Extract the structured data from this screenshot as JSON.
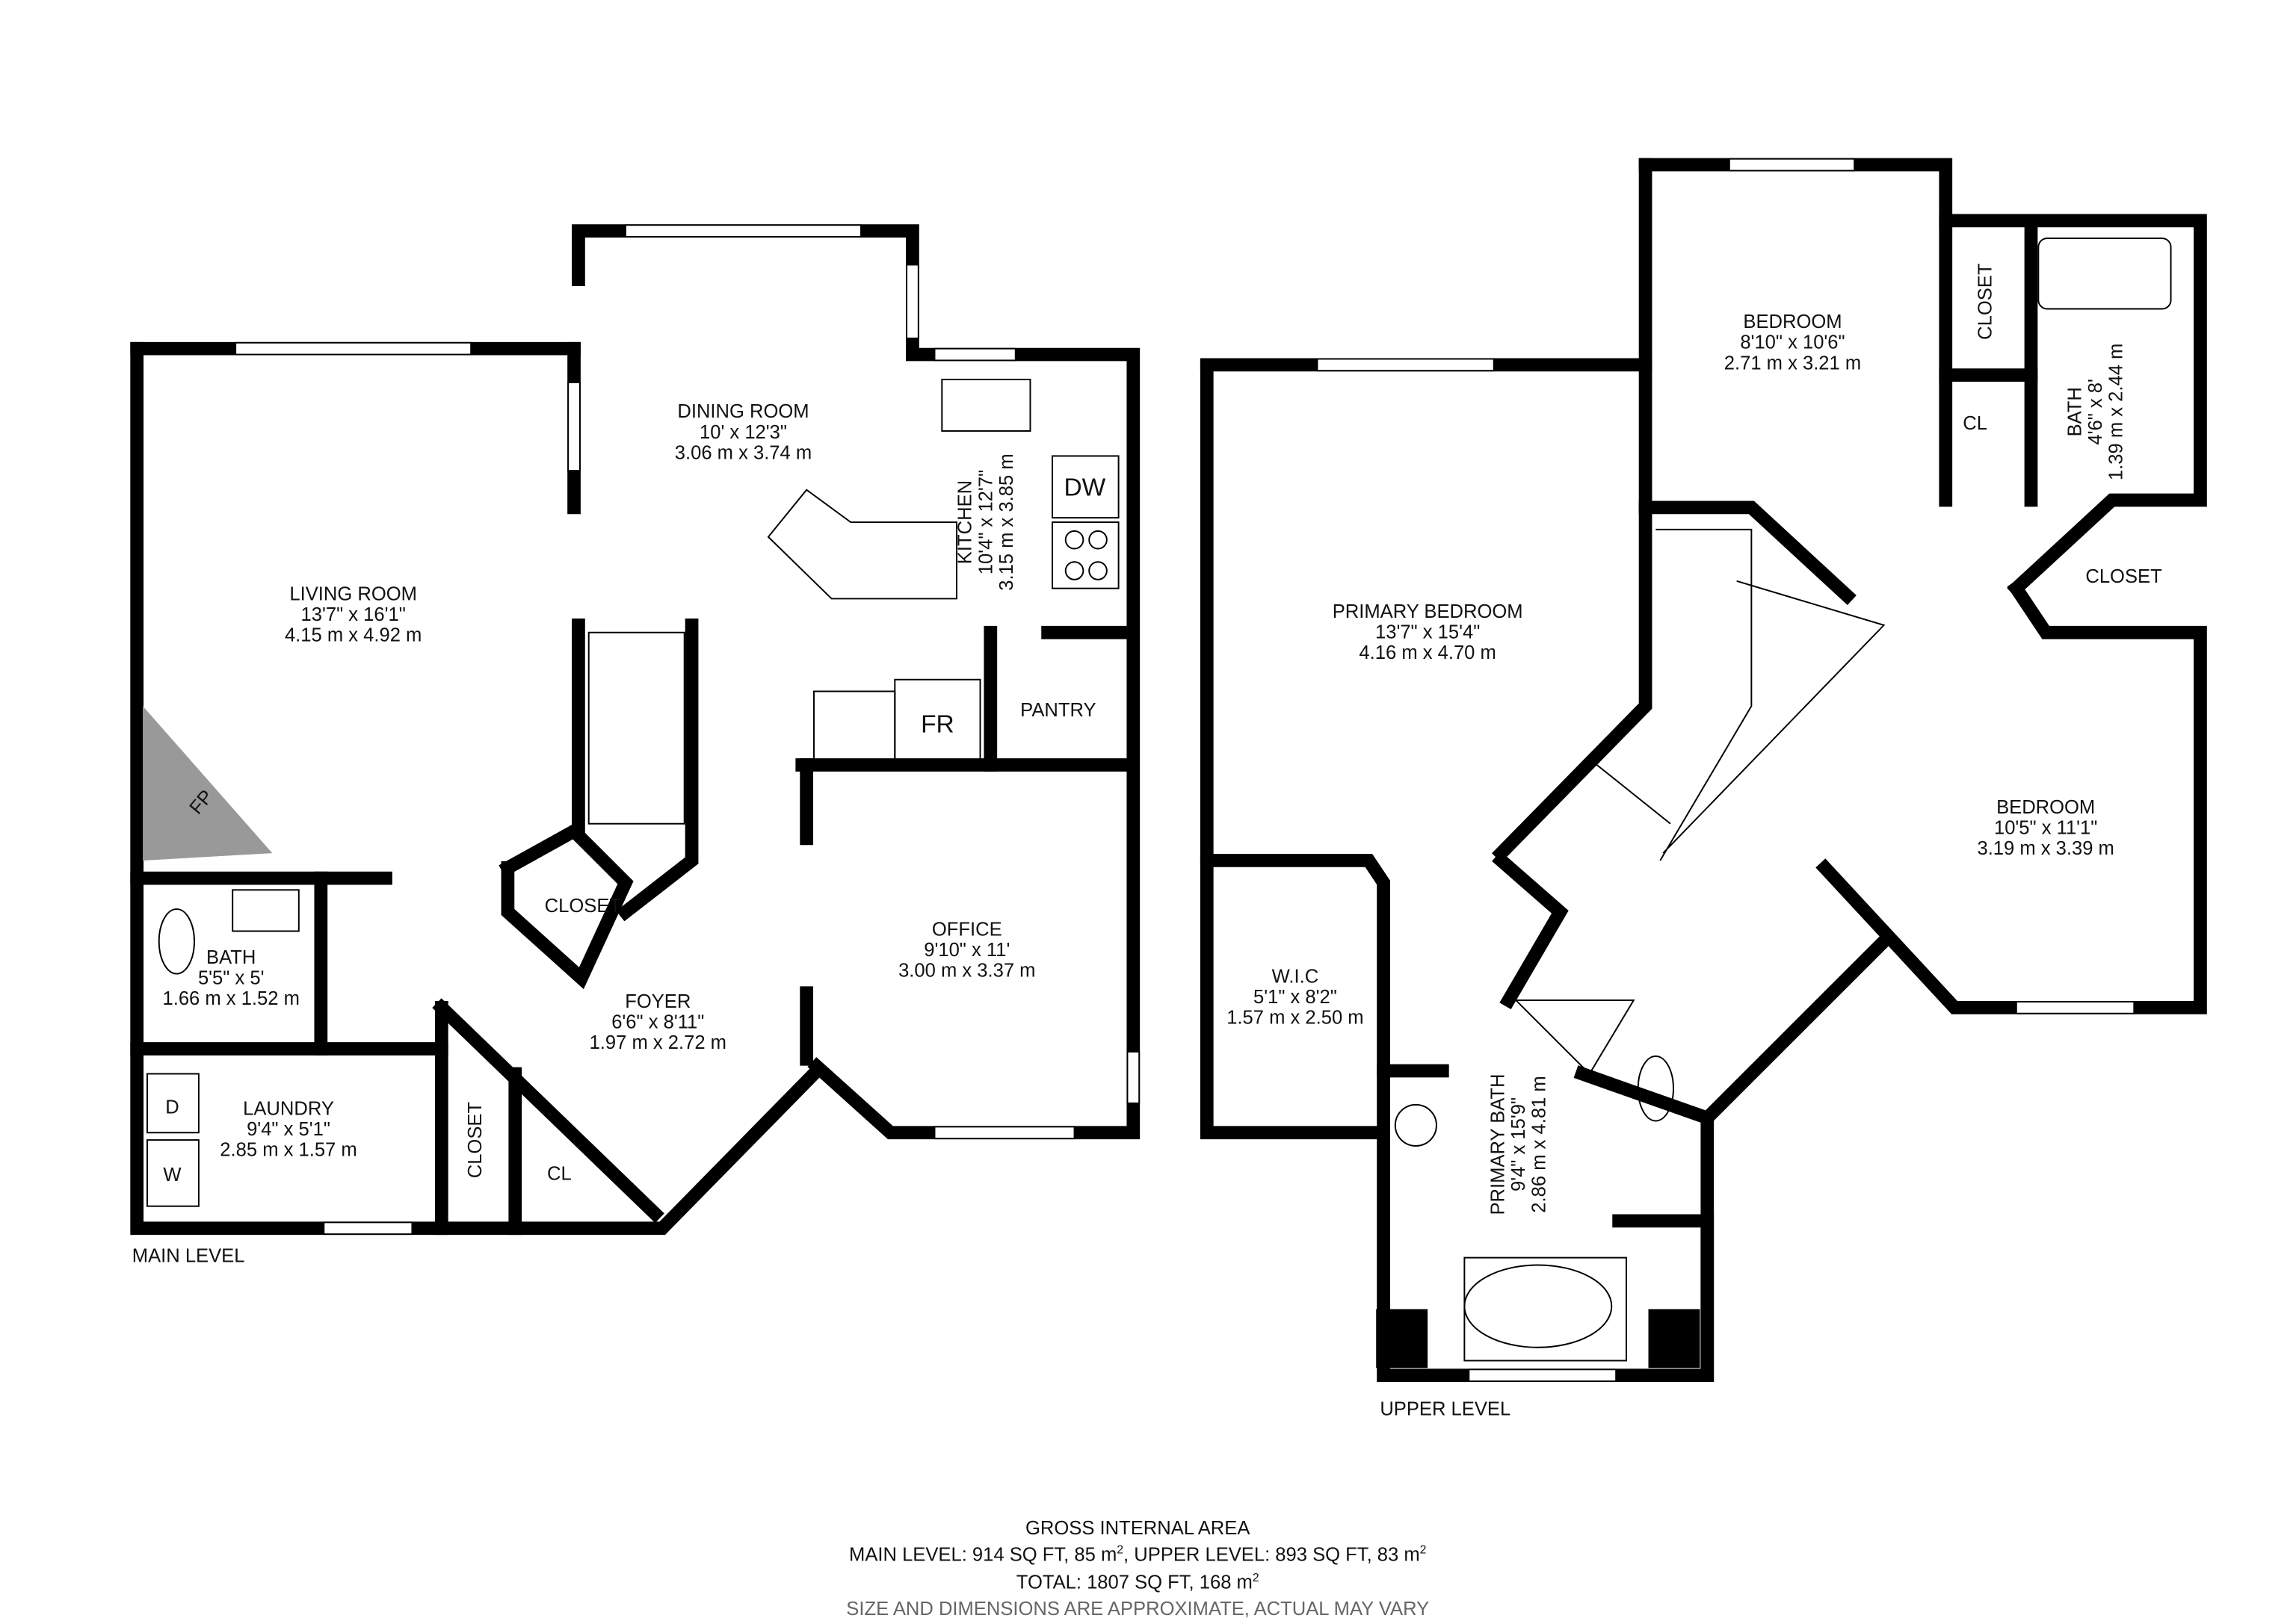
{
  "levels": {
    "main": {
      "label": "MAIN LEVEL",
      "rooms": {
        "living": {
          "name": "LIVING ROOM",
          "imperial": "13'7\" x 16'1\"",
          "metric": "4.15 m x 4.92 m"
        },
        "dining": {
          "name": "DINING ROOM",
          "imperial": "10' x 12'3\"",
          "metric": "3.06 m x 3.74 m"
        },
        "kitchen": {
          "name": "KITCHEN",
          "imperial": "10'4\" x 12'7\"",
          "metric": "3.15 m x 3.85 m"
        },
        "bath": {
          "name": "BATH",
          "imperial": "5'5\" x 5'",
          "metric": "1.66 m x 1.52 m"
        },
        "laundry": {
          "name": "LAUNDRY",
          "imperial": "9'4\" x 5'1\"",
          "metric": "2.85 m x 1.57 m"
        },
        "foyer": {
          "name": "FOYER",
          "imperial": "6'6\" x 8'11\"",
          "metric": "1.97 m x 2.72 m"
        },
        "office": {
          "name": "OFFICE",
          "imperial": "9'10\" x 11'",
          "metric": "3.00 m x 3.37 m"
        }
      },
      "small_labels": {
        "closet": "CLOSET",
        "closet2": "CLOSET",
        "cl": "CL",
        "pantry": "PANTRY",
        "fr": "FR",
        "dw": "DW",
        "fp": "FP",
        "dryer": "D",
        "washer": "W"
      }
    },
    "upper": {
      "label": "UPPER LEVEL",
      "rooms": {
        "primary_bedroom": {
          "name": "PRIMARY BEDROOM",
          "imperial": "13'7\" x 15'4\"",
          "metric": "4.16 m x 4.70 m"
        },
        "bedroom1": {
          "name": "BEDROOM",
          "imperial": "8'10\" x 10'6\"",
          "metric": "2.71 m x 3.21 m"
        },
        "bath": {
          "name": "BATH",
          "imperial": "4'6\" x 8'",
          "metric": "1.39 m x 2.44 m"
        },
        "bedroom2": {
          "name": "BEDROOM",
          "imperial": "10'5\" x 11'1\"",
          "metric": "3.19 m x 3.39 m"
        },
        "wic": {
          "name": "W.I.C",
          "imperial": "5'1\" x 8'2\"",
          "metric": "1.57 m x 2.50 m"
        },
        "primary_bath": {
          "name": "PRIMARY BATH",
          "imperial": "9'4\" x 15'9\"",
          "metric": "2.86 m x 4.81 m"
        }
      },
      "small_labels": {
        "closet_a": "CLOSET",
        "closet_b": "CLOSET",
        "cl": "CL"
      }
    }
  },
  "summary": {
    "title": "GROSS INTERNAL AREA",
    "levels_line_a": "MAIN LEVEL: 914 SQ FT, 85 m",
    "levels_line_b": ", UPPER LEVEL: 893 SQ FT, 83 m",
    "total_line": "TOTAL: 1807 SQ FT, 168 m",
    "sup": "2",
    "disclaimer": "SIZE AND DIMENSIONS ARE APPROXIMATE, ACTUAL MAY VARY"
  }
}
